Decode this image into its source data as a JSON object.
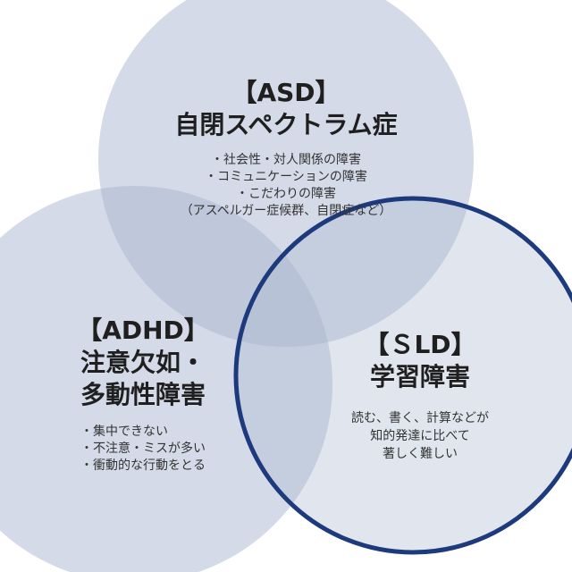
{
  "asd": {
    "heading": "【ASD】",
    "name": "自閉スペクトラム症",
    "items": [
      "・社会性・対人関係の障害",
      "・コミュニケーションの障害",
      "・こだわりの障害",
      "（アスペルガー症候群、自閉症など）"
    ]
  },
  "adhd": {
    "heading": "【ADHD】",
    "name_line1": "注意欠如・",
    "name_line2": "多動性障害",
    "items": [
      "・集中できない",
      "・不注意・ミスが多い",
      "・衝動的な行動をとる"
    ]
  },
  "sld": {
    "heading": "【ＳLD】",
    "name": "学習障害",
    "desc_line1": "読む、書く、計算などが",
    "desc_line2": "知的発達に比べて",
    "desc_line3": "著しく難しい"
  },
  "colors": {
    "circle_fill": "#a9b6cf",
    "sld_outline": "#1d3a7d"
  }
}
